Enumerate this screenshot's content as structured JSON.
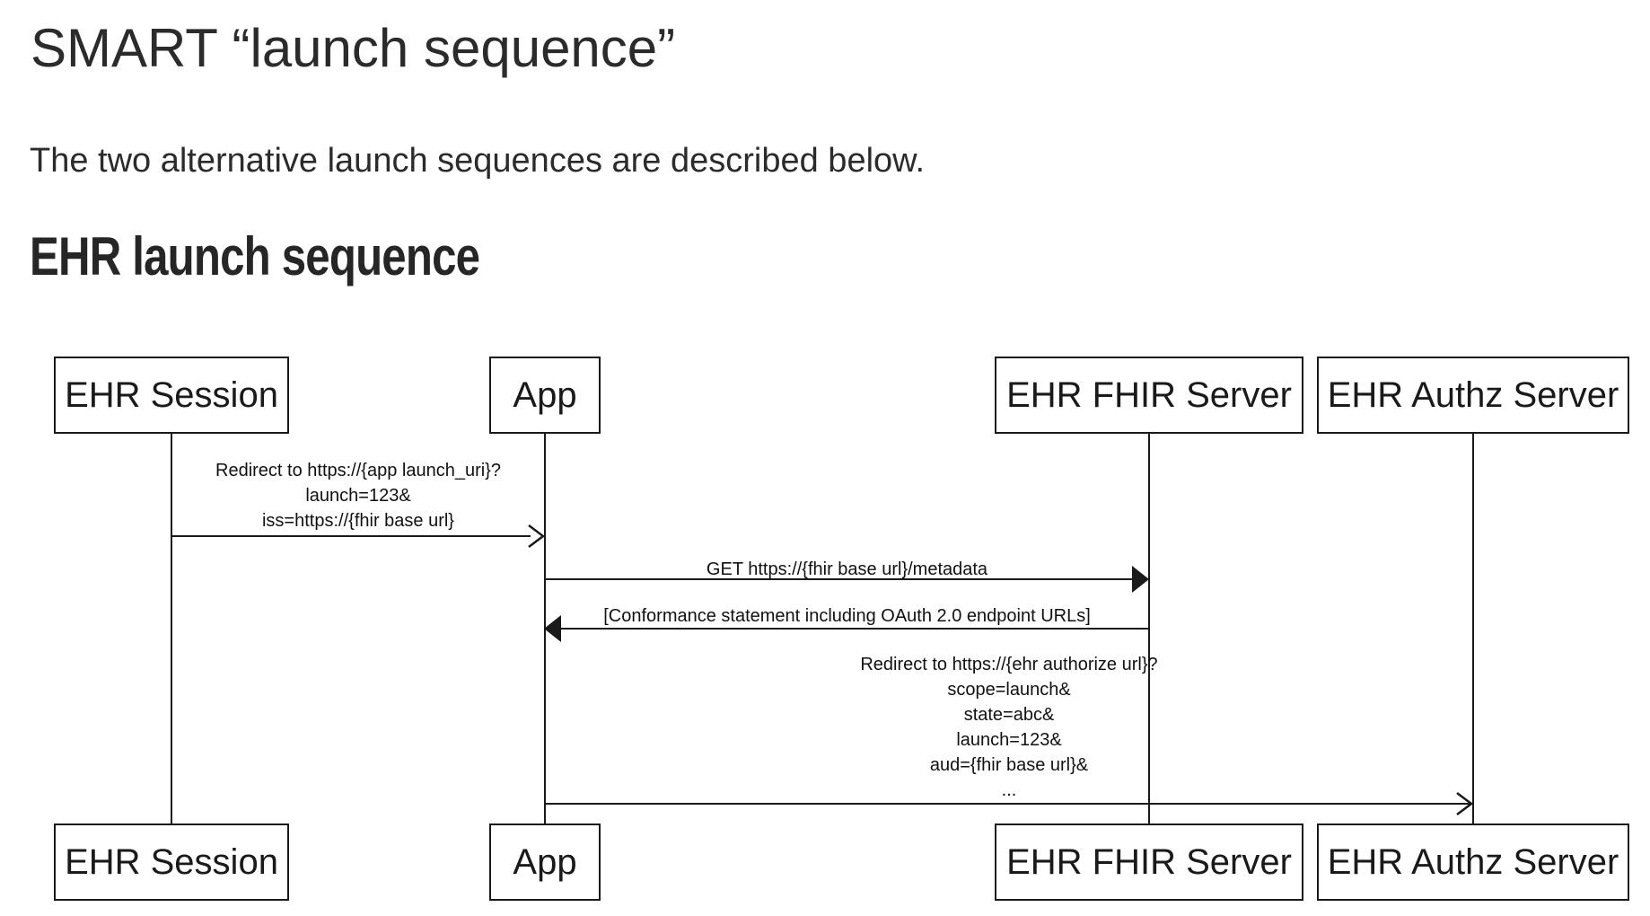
{
  "page": {
    "title": "SMART “launch sequence”",
    "intro": "The two alternative launch sequences are described below.",
    "section_heading": "EHR launch sequence"
  },
  "colors": {
    "background": "#ffffff",
    "heading_text": "#2b2b2b",
    "diagram_ink": "#1a1a1a"
  },
  "diagram": {
    "type": "sequence-diagram",
    "actors": [
      {
        "id": "ehr-session",
        "label": "EHR Session"
      },
      {
        "id": "app",
        "label": "App"
      },
      {
        "id": "ehr-fhir-server",
        "label": "EHR FHIR Server"
      },
      {
        "id": "ehr-authz-server",
        "label": "EHR Authz Server"
      }
    ],
    "messages": [
      {
        "from": "ehr-session",
        "to": "app",
        "arrowhead": "open",
        "text": "Redirect to https://{app launch_uri}?\nlaunch=123&\niss=https://{fhir base url}"
      },
      {
        "from": "app",
        "to": "ehr-fhir-server",
        "arrowhead": "filled",
        "text": "GET https://{fhir base url}/metadata"
      },
      {
        "from": "ehr-fhir-server",
        "to": "app",
        "arrowhead": "filled",
        "text": "[Conformance statement including OAuth 2.0 endpoint URLs]"
      },
      {
        "from": "app",
        "to": "ehr-authz-server",
        "arrowhead": "open",
        "text": "Redirect to https://{ehr authorize url}?\nscope=launch&\nstate=abc&\nlaunch=123&\naud={fhir base url}&\n..."
      }
    ]
  }
}
